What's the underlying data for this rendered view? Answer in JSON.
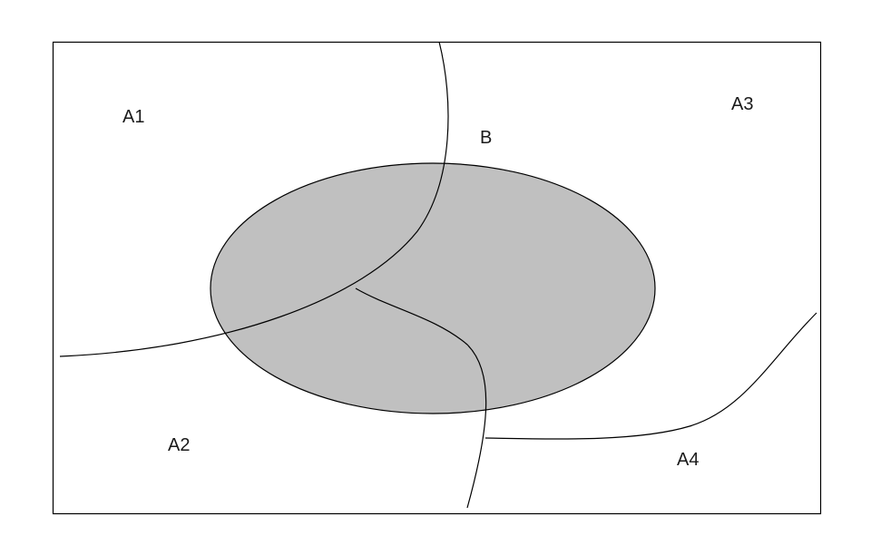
{
  "diagram": {
    "labels": {
      "a1": "A1",
      "a2": "A2",
      "a3": "A3",
      "a4": "A4",
      "b": "B"
    },
    "colors": {
      "background": "#ffffff",
      "frame": "#000000",
      "ellipse_fill": "#c0c0c0",
      "stroke": "#000000",
      "text": "#1a1a1a"
    }
  }
}
